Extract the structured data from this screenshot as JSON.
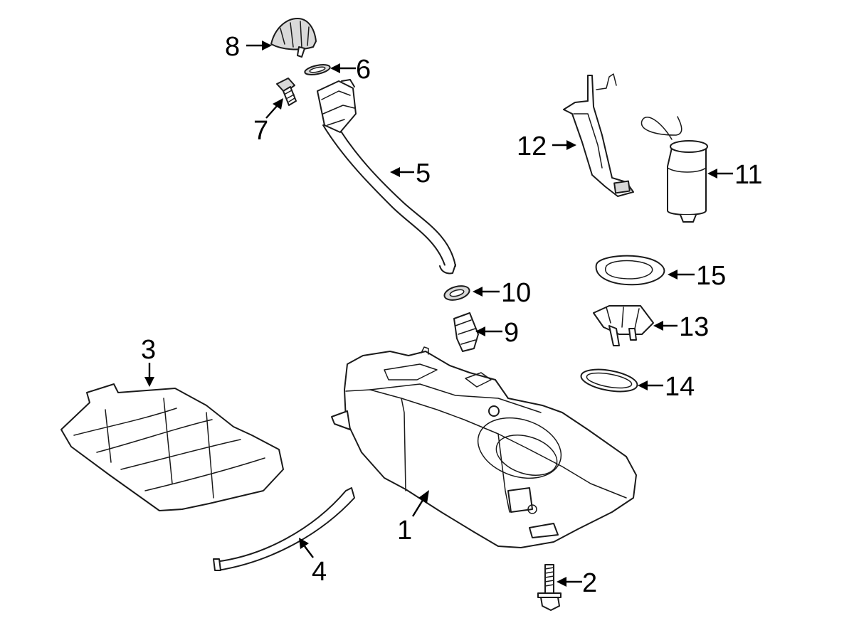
{
  "callouts": {
    "p1": "1",
    "p2": "2",
    "p3": "3",
    "p4": "4",
    "p5": "5",
    "p6": "6",
    "p7": "7",
    "p8": "8",
    "p9": "9",
    "p10": "10",
    "p11": "11",
    "p12": "12",
    "p13": "13",
    "p14": "14",
    "p15": "15"
  }
}
